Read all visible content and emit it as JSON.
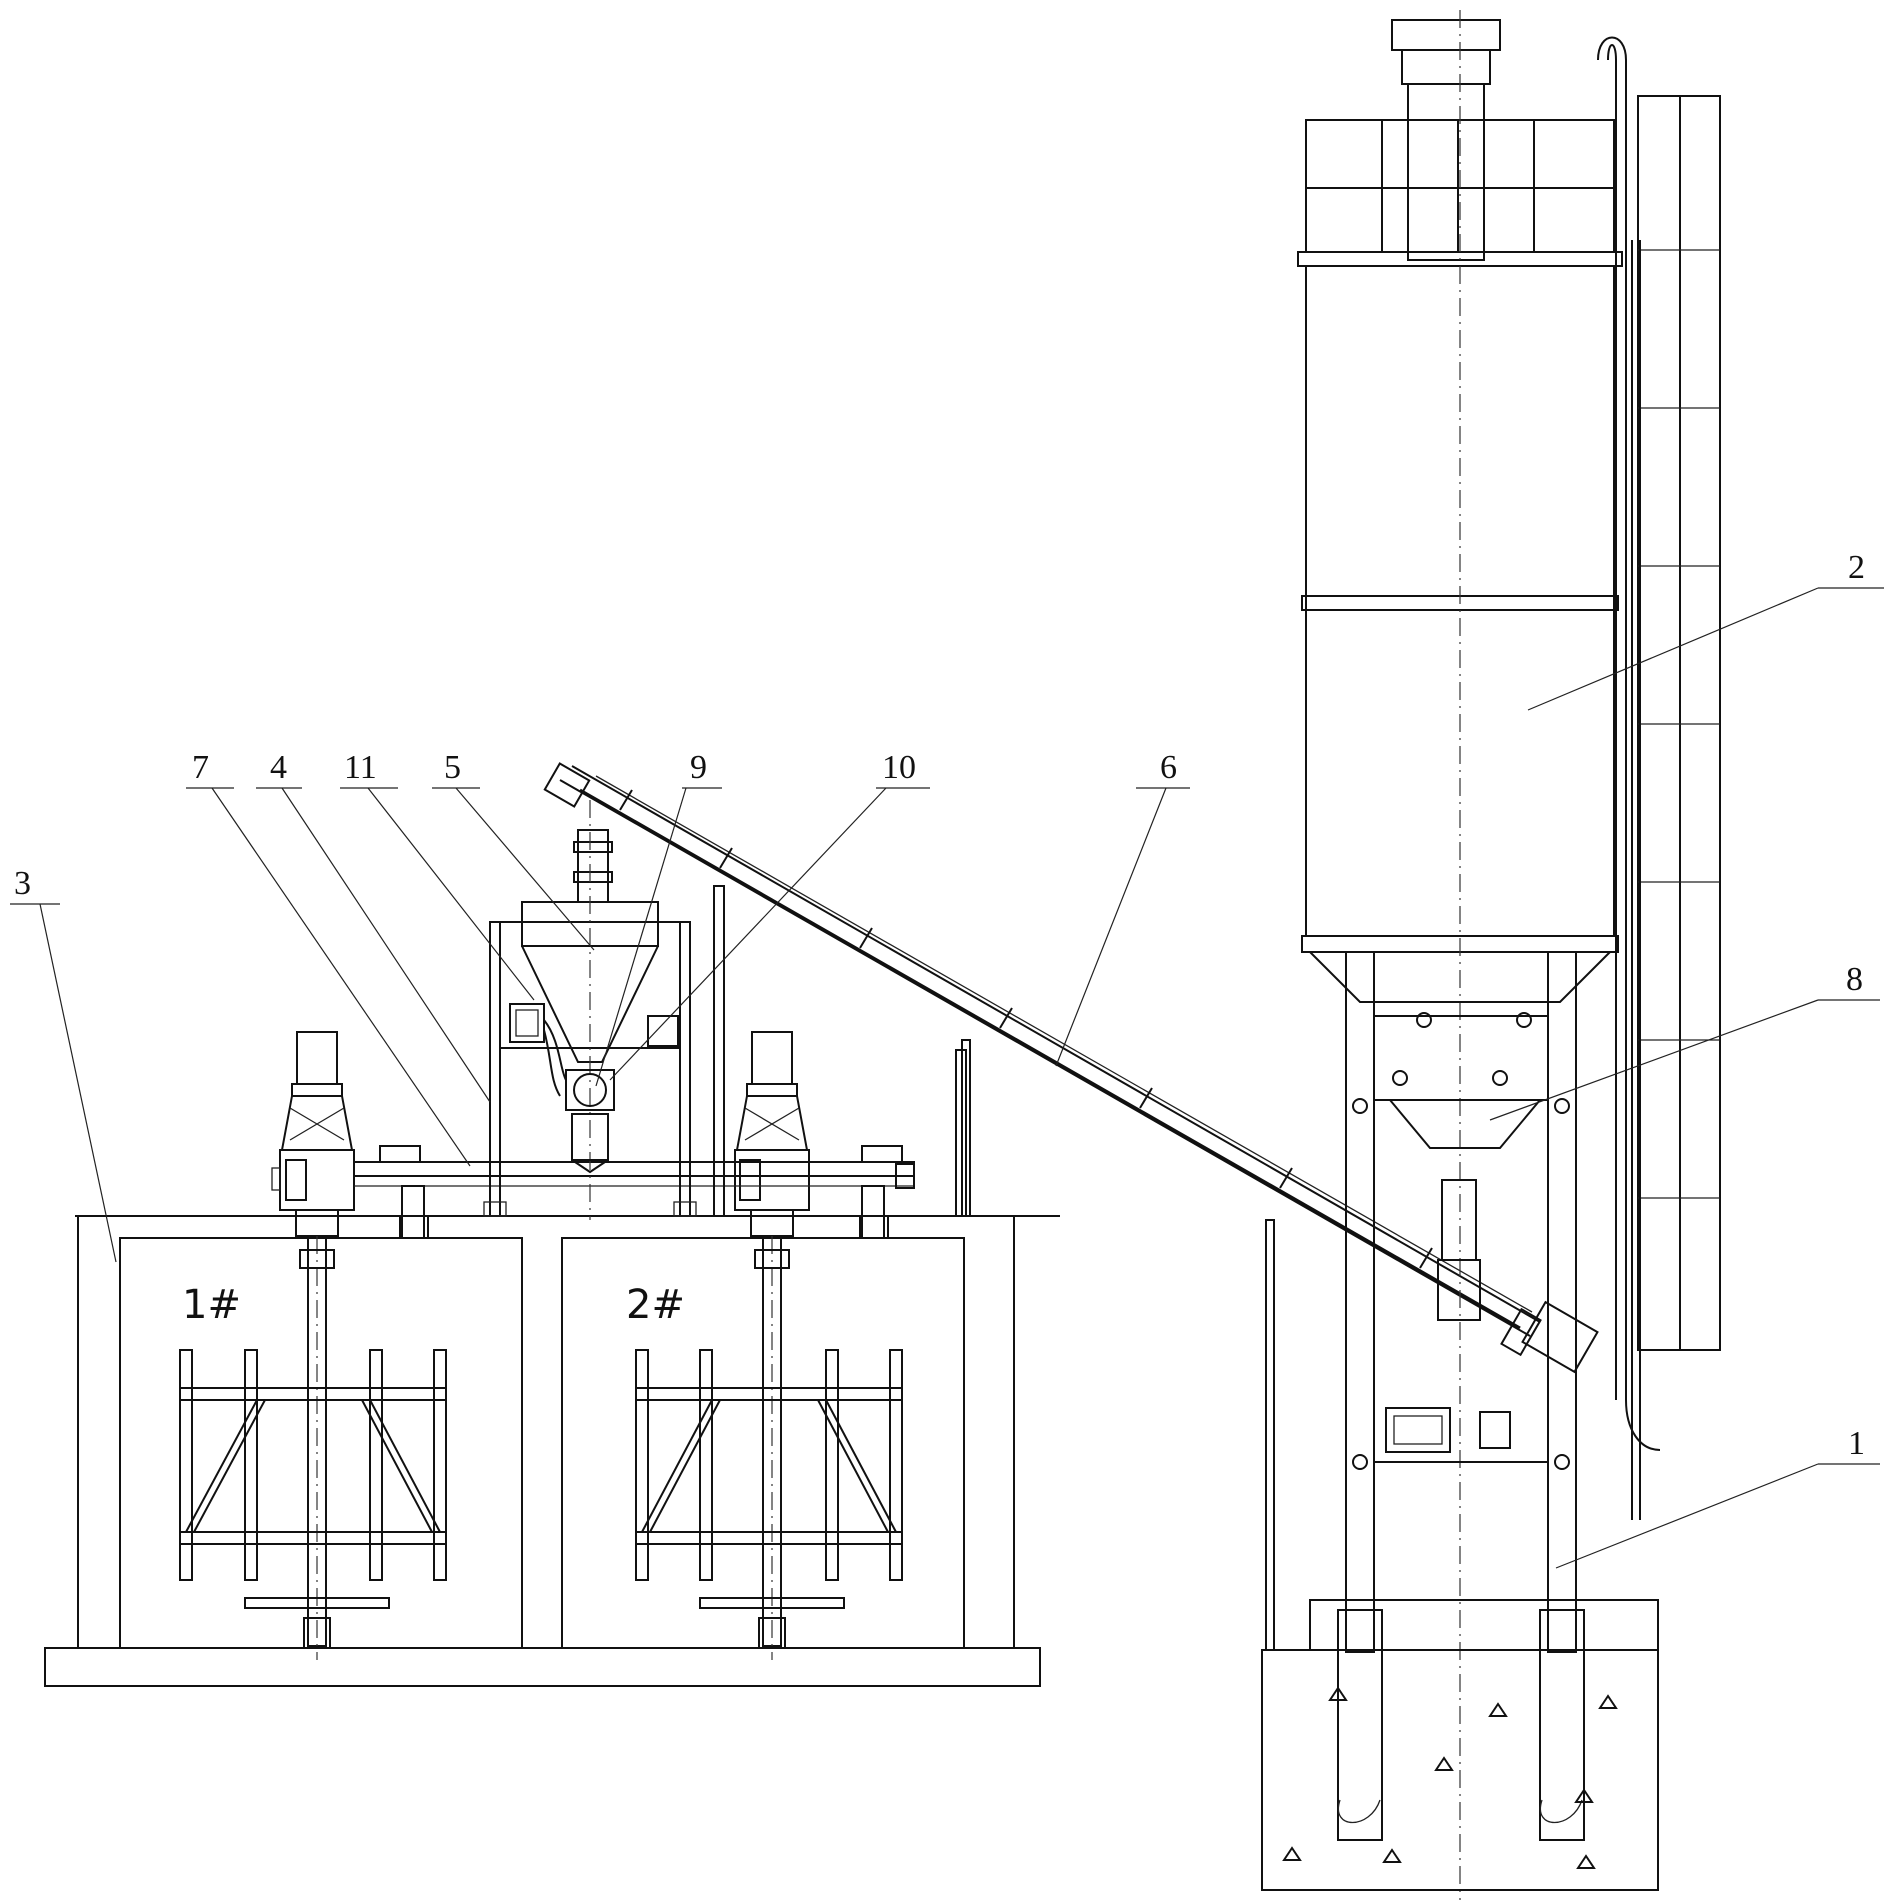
{
  "callouts": [
    {
      "id": "1",
      "text": "1"
    },
    {
      "id": "2",
      "text": "2"
    },
    {
      "id": "3",
      "text": "3"
    },
    {
      "id": "4",
      "text": "4"
    },
    {
      "id": "5",
      "text": "5"
    },
    {
      "id": "6",
      "text": "6"
    },
    {
      "id": "7",
      "text": "7"
    },
    {
      "id": "8",
      "text": "8"
    },
    {
      "id": "9",
      "text": "9"
    },
    {
      "id": "10",
      "text": "10"
    },
    {
      "id": "11",
      "text": "11"
    }
  ],
  "tanks": [
    {
      "id": "tank1",
      "label": "1#"
    },
    {
      "id": "tank2",
      "label": "2#"
    }
  ]
}
